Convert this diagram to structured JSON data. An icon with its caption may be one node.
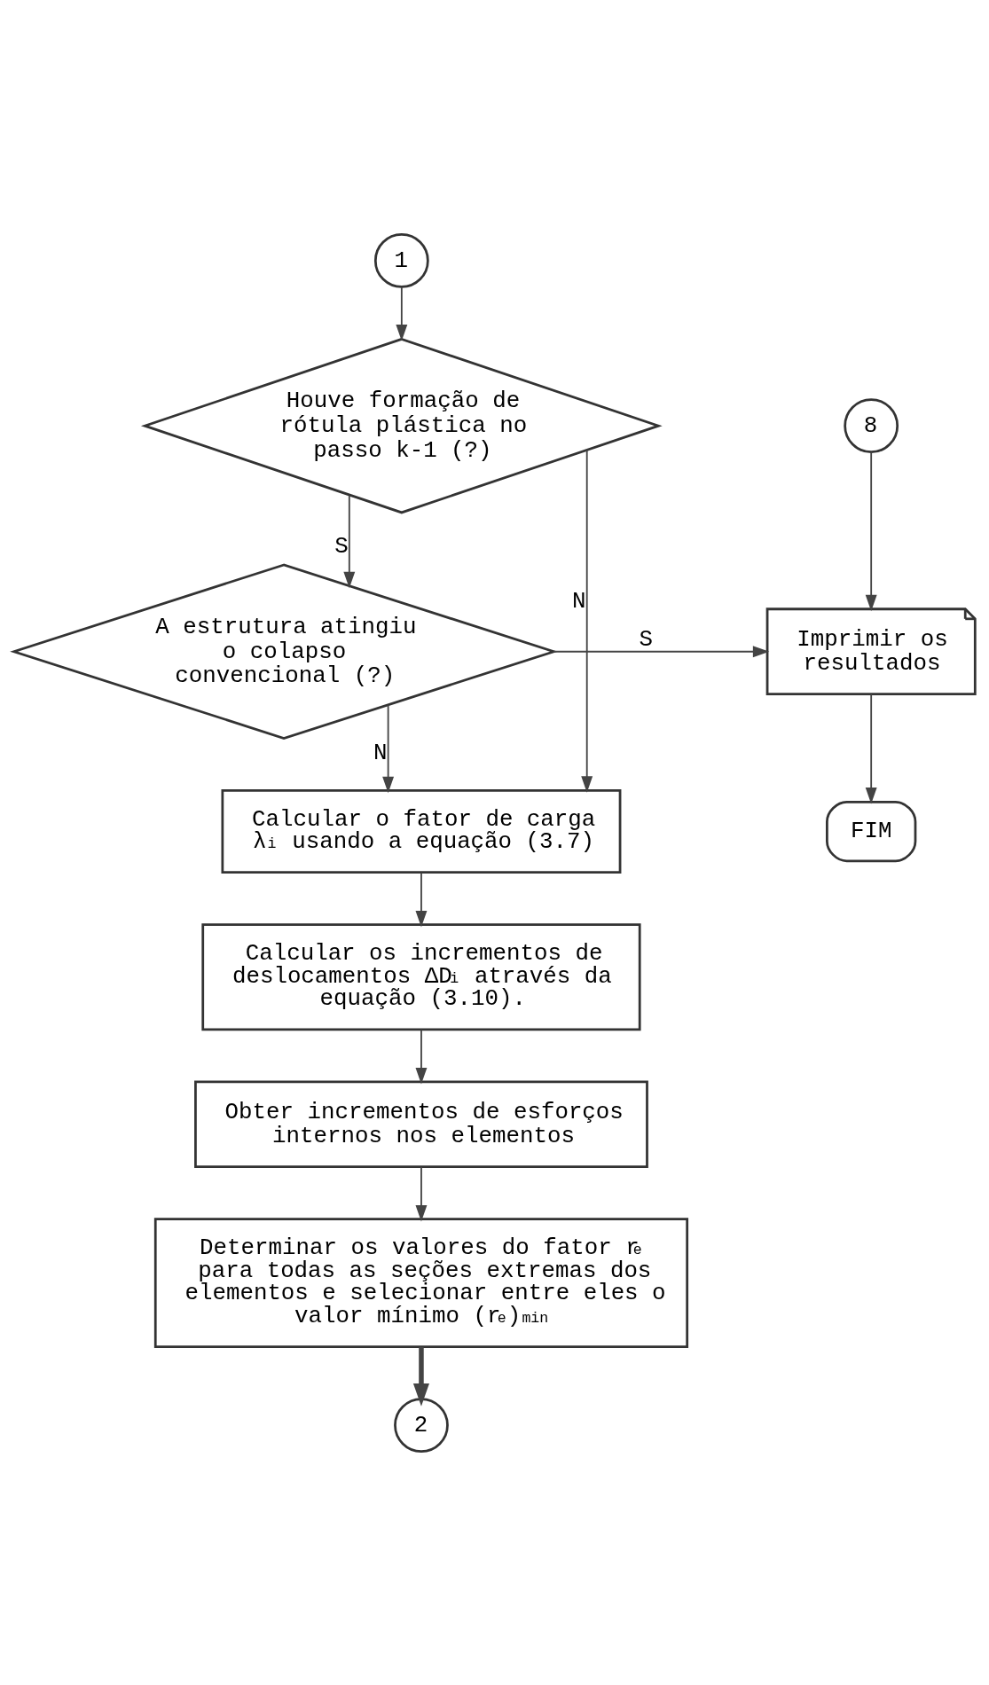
{
  "diagram": {
    "nodes": [
      {
        "text": [
          "1"
        ]
      },
      {
        "text": [
          "Houve formação de rótula plástica no passo k-1 (?)"
        ]
      },
      {
        "text": [
          "A estrutura atingiu o colapso convencional (?)"
        ]
      },
      {
        "text": [
          "8"
        ]
      },
      {
        "text": [
          "Imprimir os resultados"
        ]
      },
      {
        "text": [
          "FIM"
        ]
      },
      {
        "text": [
          "Calcular o fator de carga λ$_{i}$ usando a equação (3.7)"
        ]
      },
      {
        "text": [
          "Calcular os incrementos de deslocamentos ΔD$_{i}$ através da equação (3.10)."
        ]
      },
      {
        "text": [
          "Obter incrementos de esforços internos nos elementos"
        ]
      },
      {
        "text": [
          "Determinar os valores do fator r$_{e}$ para todas as seções extremas dos elementos e selecionar entre eles o valor mínimo (r$_{e}$)$_{min}$"
        ]
      },
      {
        "text": [
          "2"
        ]
      }
    ],
    "edges": [
      {
        "from": 0,
        "to": 1,
        "arrow": "to"
      },
      {
        "from": 1,
        "to": 2,
        "arrow": "to",
        "label": "S"
      },
      {
        "from": 1,
        "to": 6,
        "arrow": "to",
        "label": "N"
      },
      {
        "from": 2,
        "to": 4,
        "arrow": "to",
        "label": "S"
      },
      {
        "from": 2,
        "to": 6,
        "arrow": "to",
        "label": "N"
      },
      {
        "from": 3,
        "to": 4,
        "arrow": "to"
      },
      {
        "from": 4,
        "to": 5,
        "arrow": "to"
      },
      {
        "from": 6,
        "to": 7,
        "arrow": "to"
      },
      {
        "from": 7,
        "to": 8,
        "arrow": "to"
      },
      {
        "from": 8,
        "to": 9,
        "arrow": "to"
      },
      {
        "from": 9,
        "to": 10,
        "arrow": "to",
        "style": "thick"
      }
    ]
  }
}
